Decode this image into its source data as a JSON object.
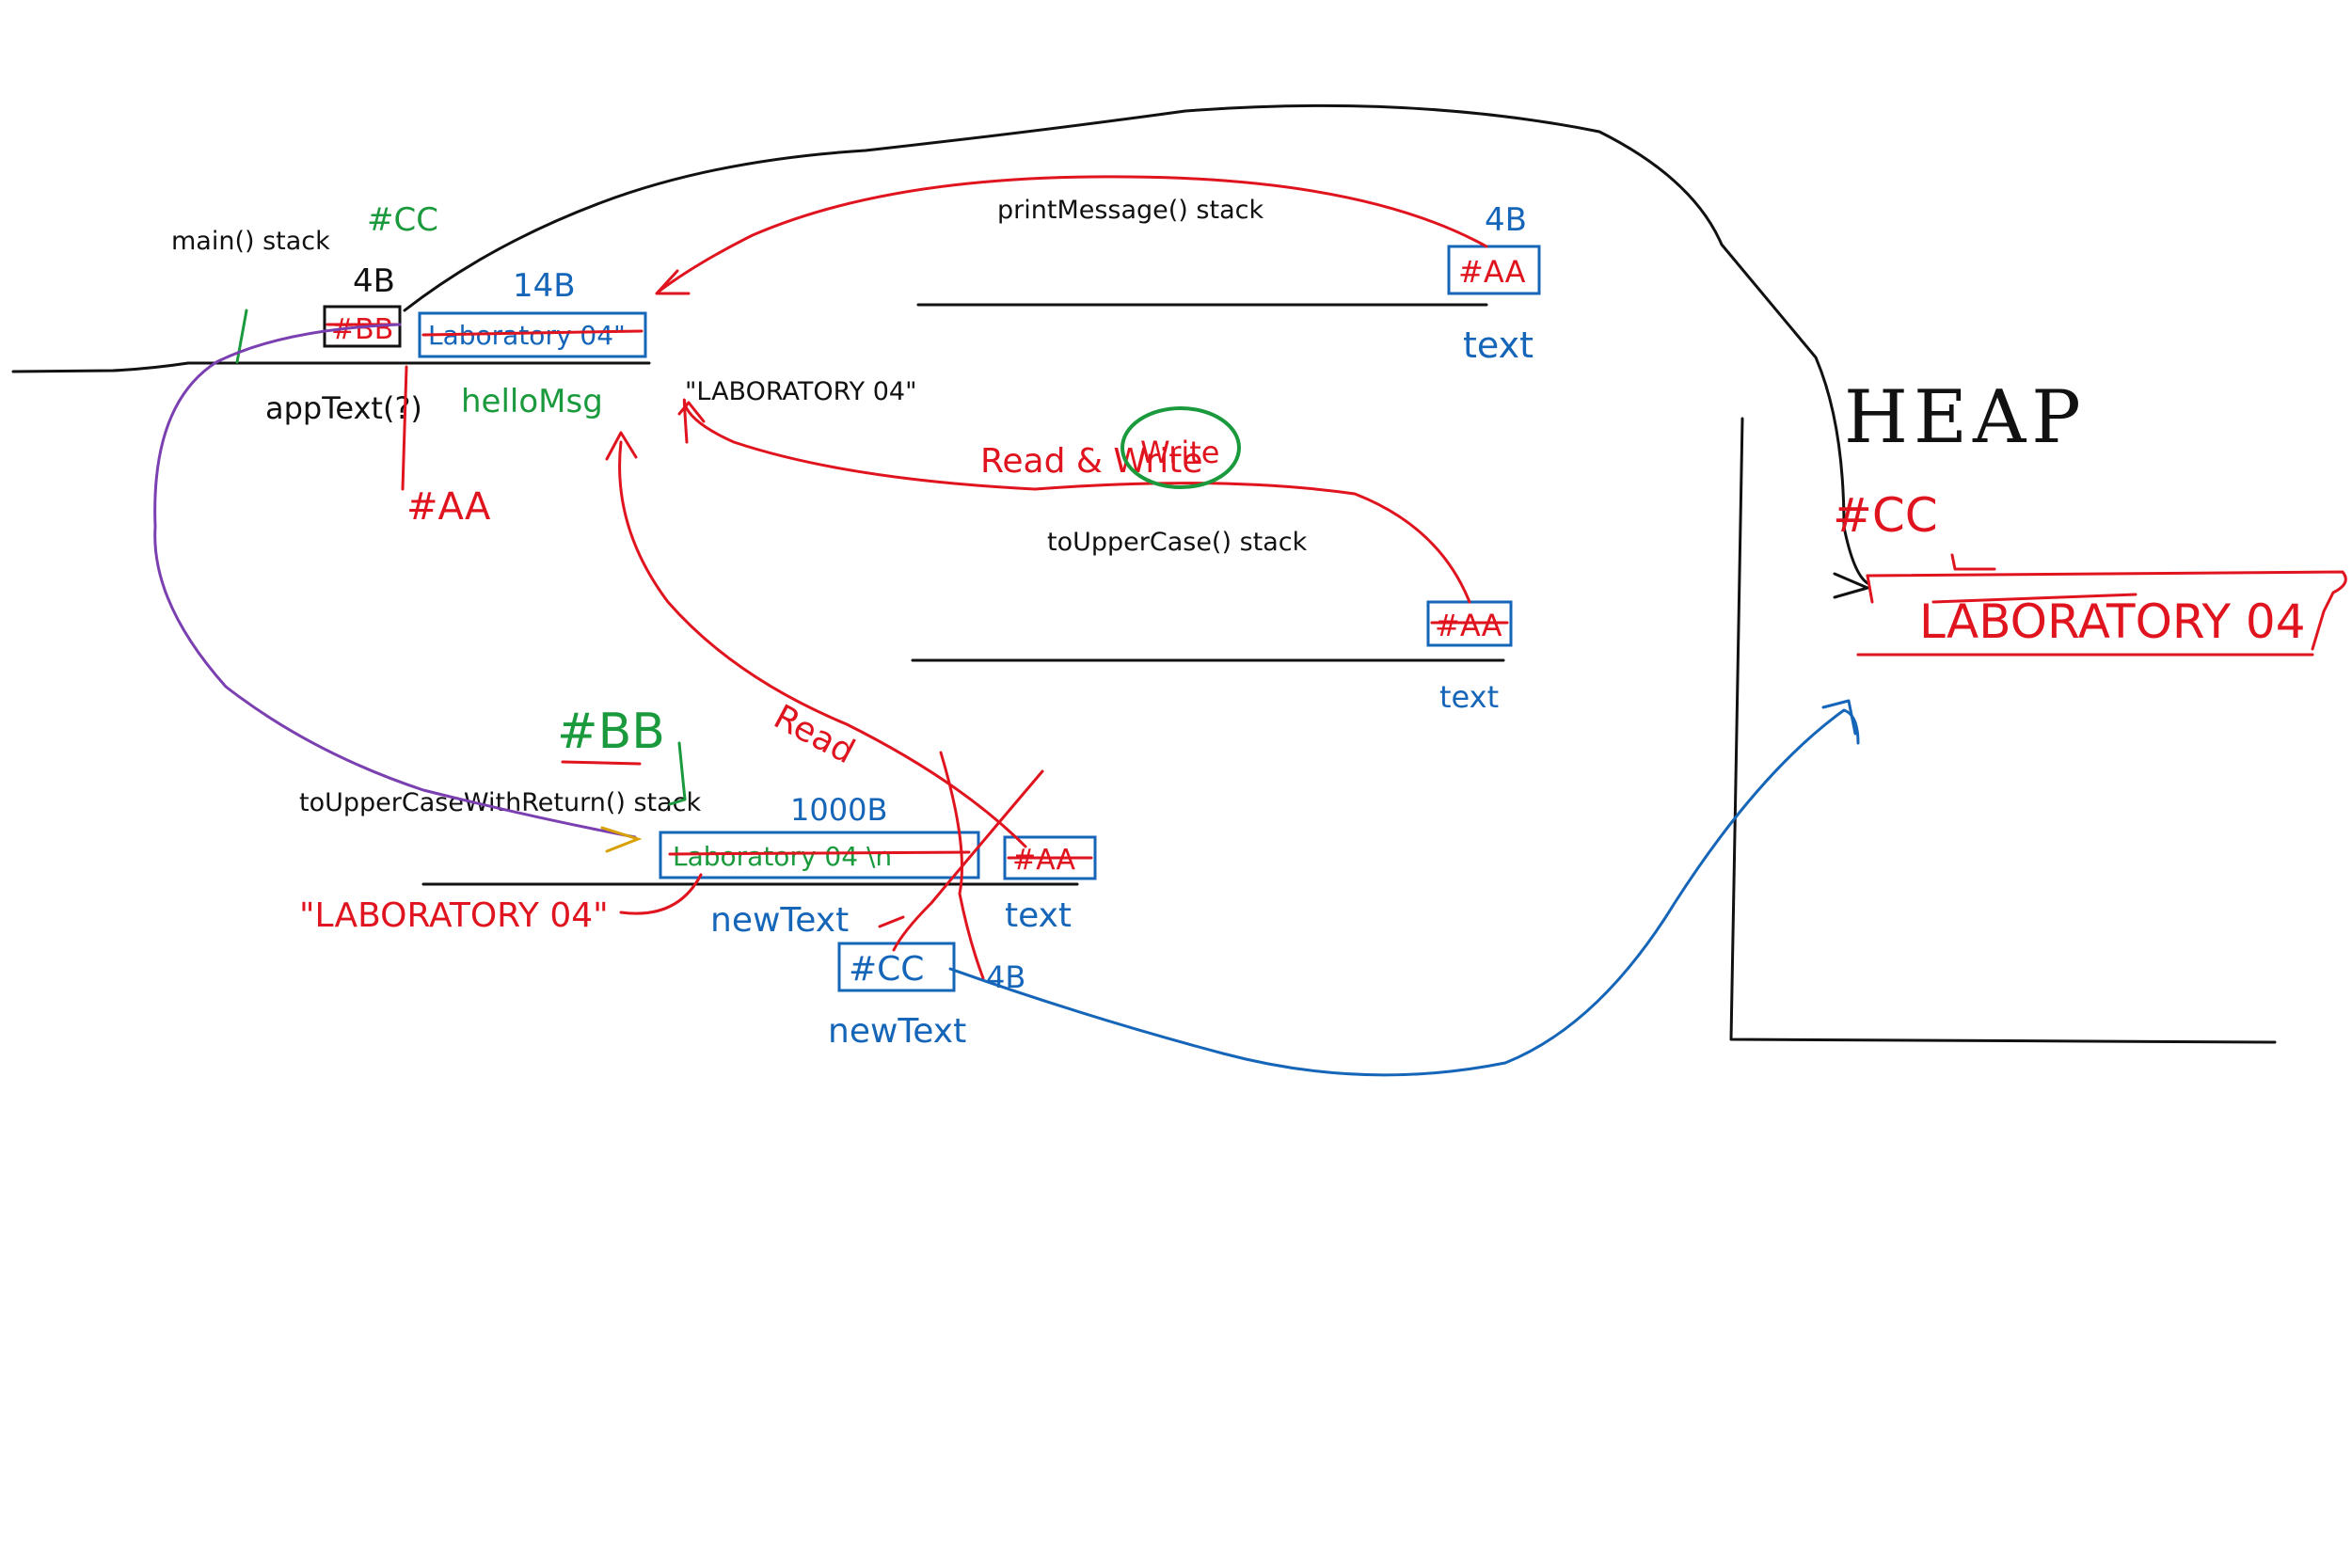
{
  "stacks": {
    "main": {
      "label": "main() stack",
      "size_label": "4B",
      "ref_box": "#BB",
      "ref_box_old": "#AA",
      "ref_note_green": "#CC",
      "var_name": "appText(?)",
      "value_box": "Laboratory 04\"",
      "value_size": "14B",
      "value_var": "helloMsg"
    },
    "printMessage": {
      "label": "printMessage() stack",
      "size_label": "4B",
      "ref_box": "#AA",
      "var_name": "text"
    },
    "toUpperCase": {
      "label": "toUpperCase() stack",
      "ref_box": "#AA",
      "var_name": "text"
    },
    "toUpperCaseWithReturn": {
      "label": "toUpperCaseWithReturn() stack",
      "ref_note": "#BB",
      "size_label": "1000B",
      "value_box": "Laboratory 04 \\n",
      "value_var": "newText",
      "ref_box": "#AA",
      "ref_var": "text",
      "new_ref_box": "#CC",
      "new_ref_size": "4B",
      "new_ref_var": "newText",
      "return_value": "\"LABORATORY 04\""
    }
  },
  "literal": "\"LABORATORY 04\"",
  "annotations": {
    "read_write": "Read & Write",
    "write_circled": "Write",
    "read": "Read",
    "aa_below_main": "#AA"
  },
  "heap": {
    "title": "HEAP",
    "ref": "#CC",
    "content": "LABORATORY 04"
  },
  "colors": {
    "red": "#e0141e",
    "blue": "#1565b8",
    "green": "#1a9a3c",
    "black": "#111111"
  }
}
